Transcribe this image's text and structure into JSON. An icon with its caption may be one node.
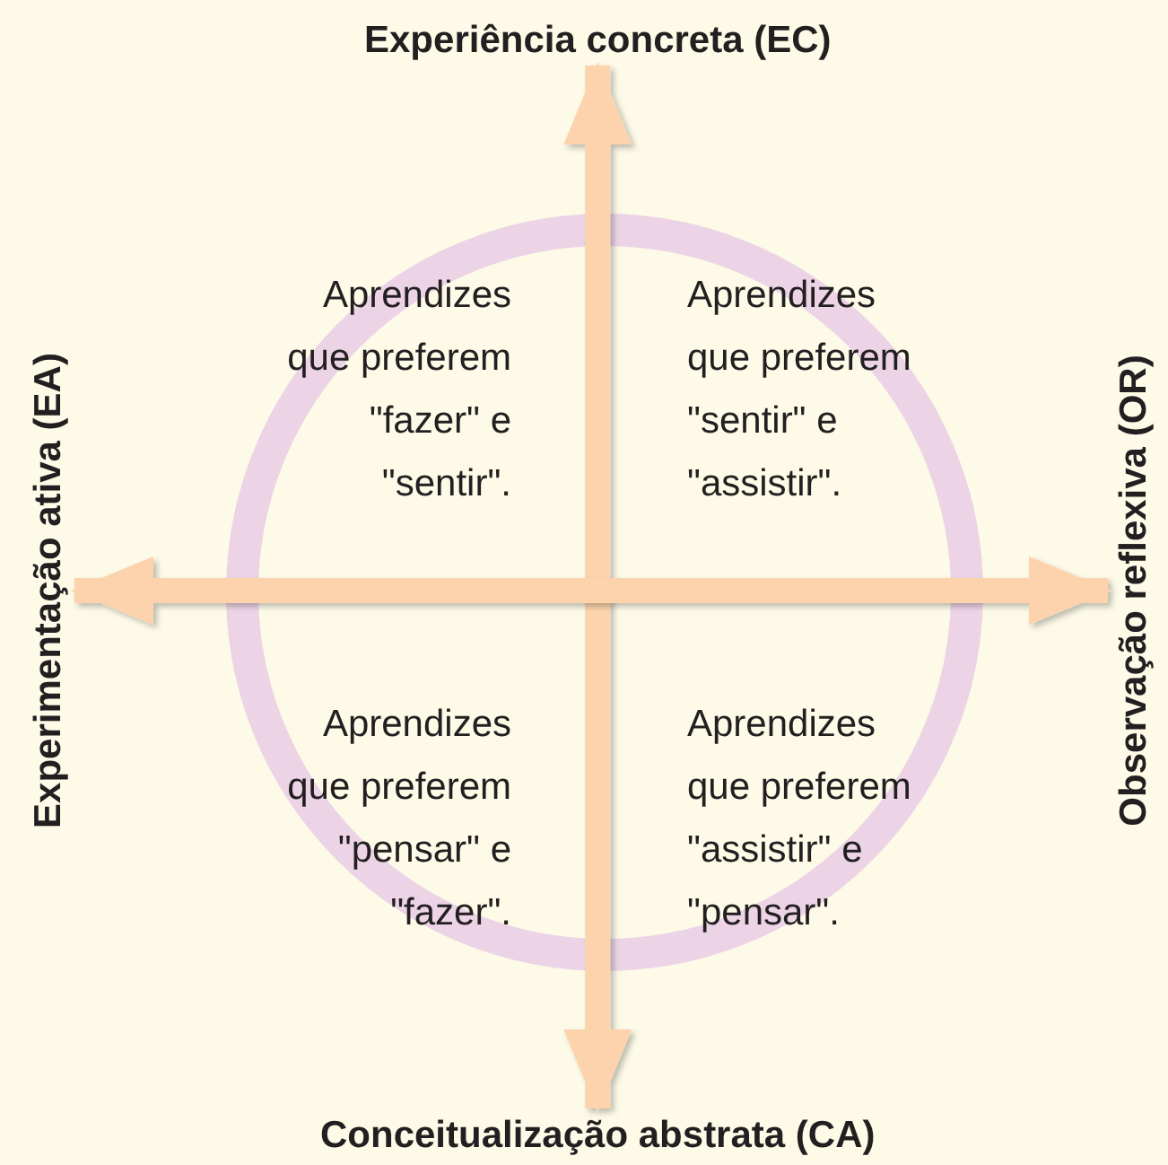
{
  "diagram": {
    "nodes": [
      {
        "text": [
          "Experiência concreta (EC)"
        ]
      },
      {
        "text": [
          "Experimentação ativa (EA)"
        ]
      },
      {
        "text": [
          "Observação reflexiva (OR)"
        ]
      },
      {
        "text": [
          "Conceitualização abstrata (CA)"
        ]
      }
    ],
    "edges": [
      {
        "from": 0,
        "to": 3,
        "arrow": "both"
      },
      {
        "from": 1,
        "to": 2,
        "arrow": "both"
      }
    ],
    "labels": [
      "Aprendizes que preferem \"fazer\" e \"sentir\".",
      "Aprendizes que preferem \"sentir\" e \"assistir\".",
      "Aprendizes que preferem \"pensar\" e \"fazer\".",
      "Aprendizes que preferem \"assistir\" e \"pensar\"."
    ]
  }
}
